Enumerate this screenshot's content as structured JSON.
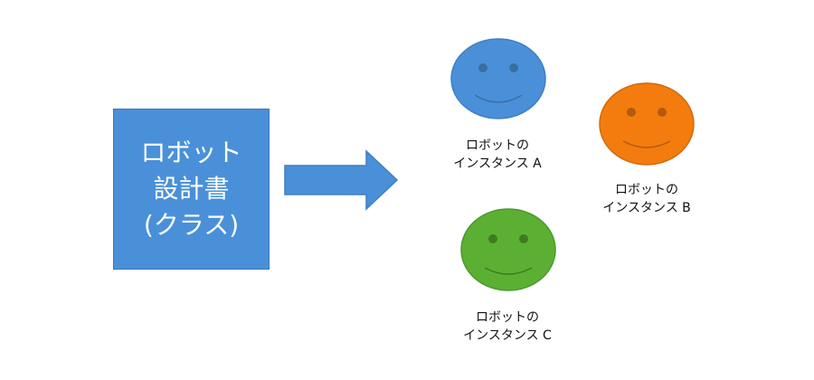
{
  "class_box": {
    "lines": [
      "ロボット",
      "設計書",
      "(クラス)"
    ]
  },
  "instances": [
    {
      "line1": "ロボットの",
      "line2": "インスタンス A",
      "face_color": "#4a90d9",
      "stroke_color": "#3f7fc4"
    },
    {
      "line1": "ロボットの",
      "line2": "インスタンス B",
      "face_color": "#f47c0e",
      "stroke_color": "#d06a0c"
    },
    {
      "line1": "ロボットの",
      "line2": "インスタンス C",
      "face_color": "#5bb034",
      "stroke_color": "#4a9a2a"
    }
  ],
  "colors": {
    "class_box": "#4a90d9",
    "arrow": "#4a90d9"
  }
}
